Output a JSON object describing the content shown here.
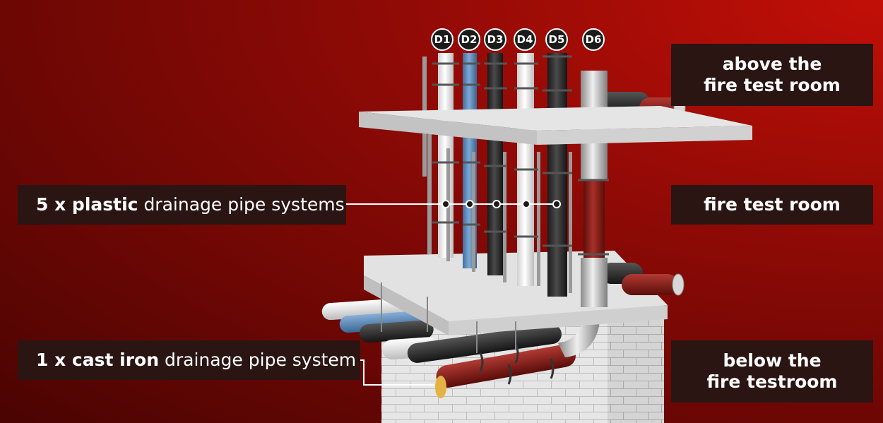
{
  "pipe_ids": [
    "D1",
    "D2",
    "D3",
    "D4",
    "D5",
    "D6"
  ],
  "labels": {
    "plastic": {
      "count": "5 x plastic",
      "rest": "drainage pipe systems"
    },
    "cast_iron": {
      "count": "1 x cast iron",
      "rest": "drainage pipe system"
    },
    "above": {
      "line1": "above the",
      "line2": "fire test room"
    },
    "test_room": {
      "line1": "fire test room"
    },
    "below": {
      "line1": "below the",
      "line2": "fire testroom"
    }
  },
  "colors": {
    "background": "#b20d06",
    "label_bg": "#2a1513",
    "pipe_white": "#f2f2f2",
    "pipe_blue": "#5f8fc0",
    "pipe_black": "#2e2e2e",
    "pipe_red": "#8e1a14",
    "pipe_steel": "#c8c8c8",
    "slab": "#d9d9d9"
  }
}
